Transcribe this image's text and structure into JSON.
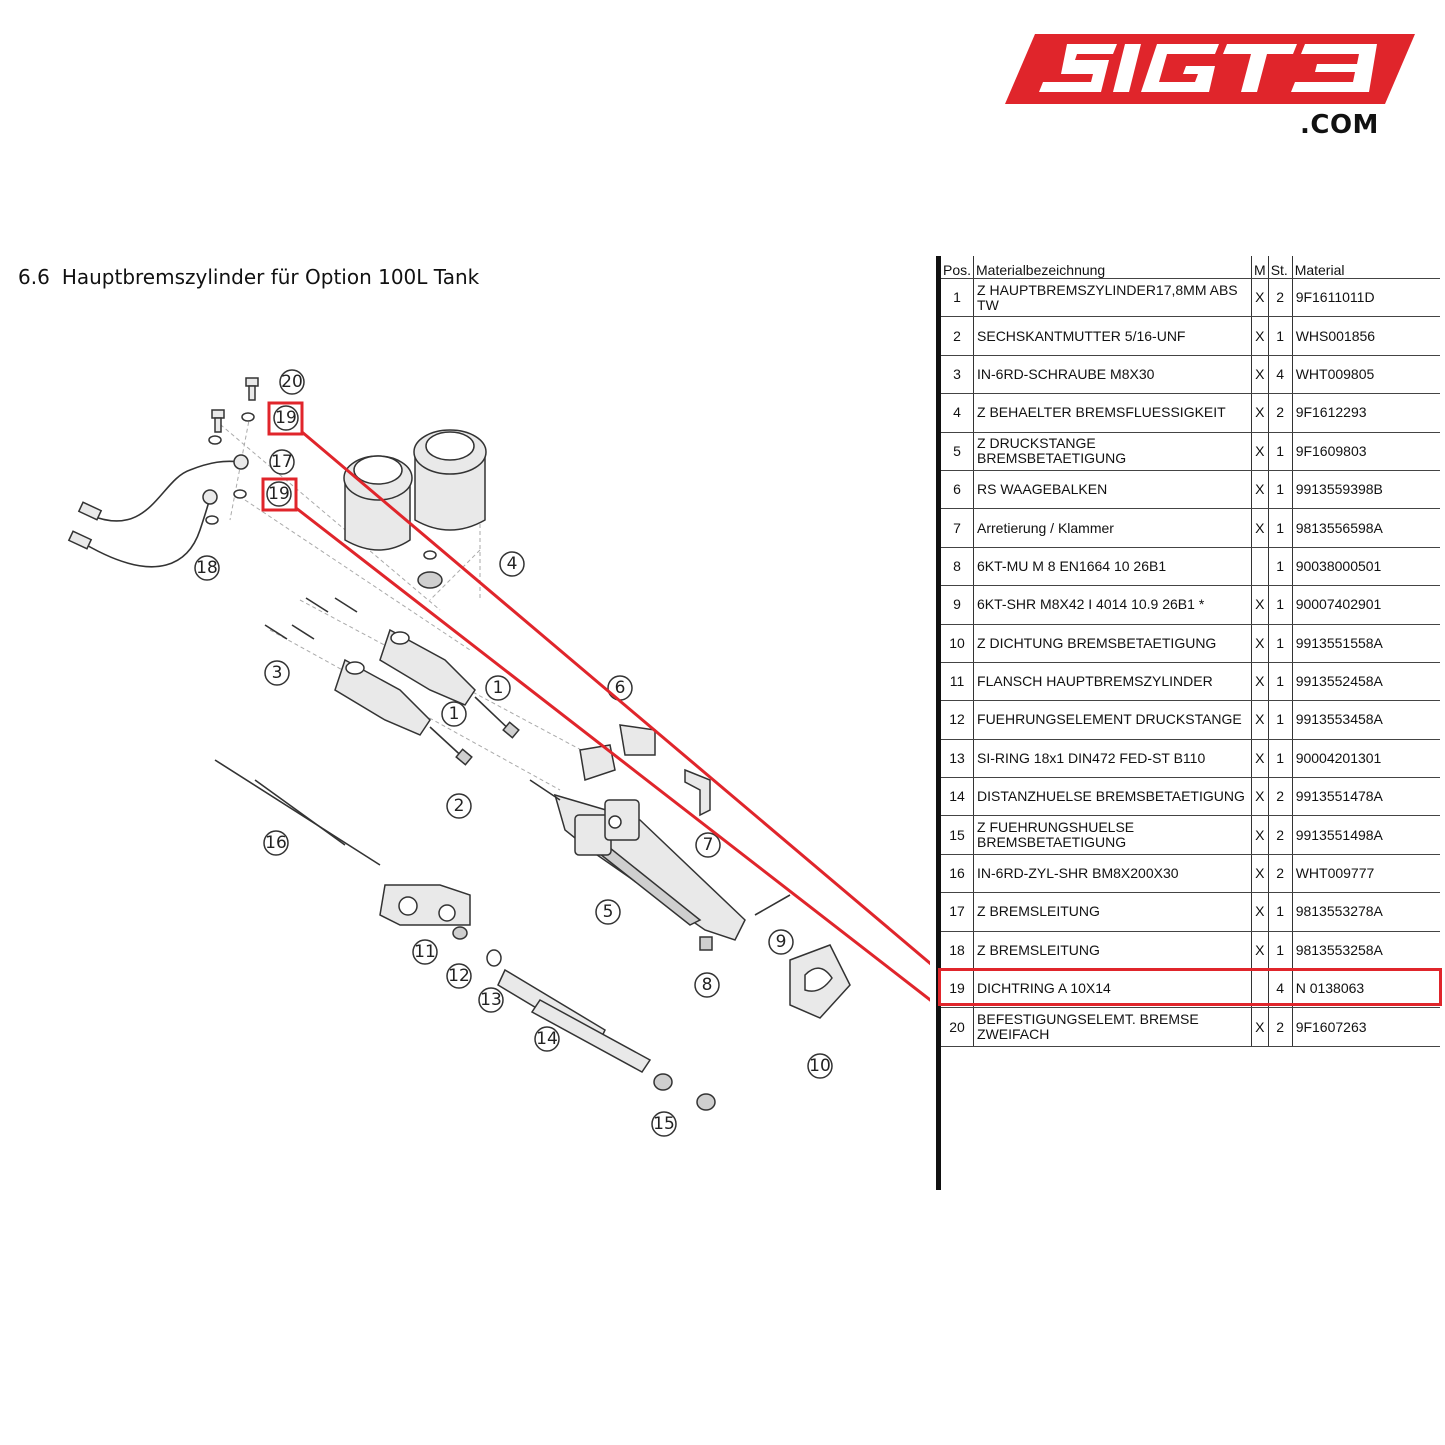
{
  "logo": {
    "text": "SIGT3",
    "suffix": ".COM",
    "color": "#e0252b"
  },
  "page": {
    "section_number": "6.6",
    "title": "Hauptbremszylinder für Option 100L Tank"
  },
  "highlight_color": "#e0252b",
  "callouts": [
    "20",
    "19",
    "17",
    "19",
    "18",
    "4",
    "3",
    "1",
    "1",
    "6",
    "2",
    "16",
    "7",
    "5",
    "9",
    "11",
    "12",
    "13",
    "8",
    "14",
    "10",
    "15"
  ],
  "table": {
    "headers": {
      "pos": "Pos.",
      "desc": "Materialbezeichnung",
      "m": "M",
      "st": "St.",
      "material": "Material"
    },
    "rows": [
      {
        "pos": "1",
        "desc": "Z HAUPTBREMSZYLINDER17,8MM ABS TW",
        "m": "X",
        "st": "2",
        "material": "9F1611011D"
      },
      {
        "pos": "2",
        "desc": "SECHSKANTMUTTER 5/16-UNF",
        "m": "X",
        "st": "1",
        "material": "WHS001856"
      },
      {
        "pos": "3",
        "desc": "IN-6RD-SCHRAUBE M8X30",
        "m": "X",
        "st": "4",
        "material": "WHT009805"
      },
      {
        "pos": "4",
        "desc": "Z BEHAELTER BREMSFLUESSIGKEIT",
        "m": "X",
        "st": "2",
        "material": "9F1612293"
      },
      {
        "pos": "5",
        "desc": "Z DRUCKSTANGE BREMSBETAETIGUNG",
        "m": "X",
        "st": "1",
        "material": "9F1609803"
      },
      {
        "pos": "6",
        "desc": "RS WAAGEBALKEN",
        "m": "X",
        "st": "1",
        "material": "9913559398B"
      },
      {
        "pos": "7",
        "desc": "Arretierung / Klammer",
        "m": "X",
        "st": "1",
        "material": "9813556598A"
      },
      {
        "pos": "8",
        "desc": "6KT-MU M 8 EN1664 10 26B1",
        "m": "",
        "st": "1",
        "material": "90038000501"
      },
      {
        "pos": "9",
        "desc": "6KT-SHR M8X42 I 4014 10.9 26B1 *",
        "m": "X",
        "st": "1",
        "material": "90007402901"
      },
      {
        "pos": "10",
        "desc": "Z DICHTUNG BREMSBETAETIGUNG",
        "m": "X",
        "st": "1",
        "material": "9913551558A"
      },
      {
        "pos": "11",
        "desc": "FLANSCH HAUPTBREMSZYLINDER",
        "m": "X",
        "st": "1",
        "material": "9913552458A"
      },
      {
        "pos": "12",
        "desc": "FUEHRUNGSELEMENT DRUCKSTANGE",
        "m": "X",
        "st": "1",
        "material": "9913553458A"
      },
      {
        "pos": "13",
        "desc": "SI-RING 18x1 DIN472 FED-ST B110",
        "m": "X",
        "st": "1",
        "material": "90004201301"
      },
      {
        "pos": "14",
        "desc": "DISTANZHUELSE BREMSBETAETIGUNG",
        "m": "X",
        "st": "2",
        "material": "9913551478A"
      },
      {
        "pos": "15",
        "desc": "Z FUEHRUNGSHUELSE BREMSBETAETIGUNG",
        "m": "X",
        "st": "2",
        "material": "9913551498A"
      },
      {
        "pos": "16",
        "desc": "IN-6RD-ZYL-SHR BM8X200X30",
        "m": "X",
        "st": "2",
        "material": "WHT009777"
      },
      {
        "pos": "17",
        "desc": "Z BREMSLEITUNG",
        "m": "X",
        "st": "1",
        "material": "9813553278A"
      },
      {
        "pos": "18",
        "desc": "Z BREMSLEITUNG",
        "m": "X",
        "st": "1",
        "material": "9813553258A"
      },
      {
        "pos": "19",
        "desc": "DICHTRING A 10X14",
        "m": "",
        "st": "4",
        "material": "N 0138063"
      },
      {
        "pos": "20",
        "desc": "BEFESTIGUNGSELEMT. BREMSE ZWEIFACH",
        "m": "X",
        "st": "2",
        "material": "9F1607263"
      }
    ]
  }
}
